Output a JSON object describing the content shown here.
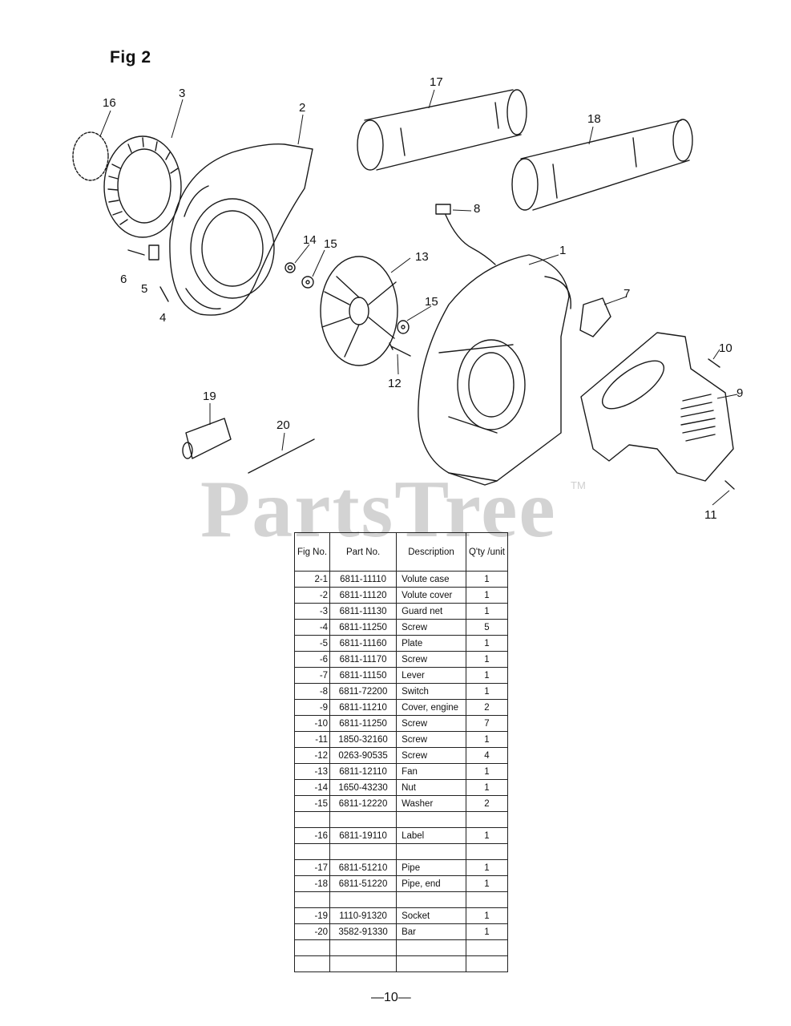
{
  "figure_title": "Fig 2",
  "callouts": [
    "16",
    "3",
    "2",
    "17",
    "18",
    "8",
    "14",
    "15",
    "13",
    "1",
    "7",
    "6",
    "5",
    "4",
    "15",
    "12",
    "10",
    "9",
    "19",
    "20",
    "11"
  ],
  "watermark": {
    "text": "PartsTree",
    "tm": "TM"
  },
  "table": {
    "headers": {
      "fig": "Fig No.",
      "part": "Part No.",
      "desc": "Description",
      "qty": "Q'ty /unit"
    },
    "rows": [
      {
        "fig": "2-1",
        "part": "6811-11110",
        "desc": "Volute  case",
        "qty": "1"
      },
      {
        "fig": "-2",
        "part": "6811-11120",
        "desc": "Volute  cover",
        "qty": "1"
      },
      {
        "fig": "-3",
        "part": "6811-11130",
        "desc": "Guard  net",
        "qty": "1"
      },
      {
        "fig": "-4",
        "part": "6811-11250",
        "desc": "Screw",
        "qty": "5"
      },
      {
        "fig": "-5",
        "part": "6811-11160",
        "desc": "Plate",
        "qty": "1"
      },
      {
        "fig": "-6",
        "part": "6811-11170",
        "desc": "Screw",
        "qty": "1"
      },
      {
        "fig": "-7",
        "part": "6811-11150",
        "desc": "Lever",
        "qty": "1"
      },
      {
        "fig": "-8",
        "part": "6811-72200",
        "desc": "Switch",
        "qty": "1"
      },
      {
        "fig": "-9",
        "part": "6811-11210",
        "desc": "Cover,  engine",
        "qty": "2"
      },
      {
        "fig": "-10",
        "part": "6811-11250",
        "desc": "Screw",
        "qty": "7"
      },
      {
        "fig": "-11",
        "part": "1850-32160",
        "desc": "Screw",
        "qty": "1"
      },
      {
        "fig": "-12",
        "part": "0263-90535",
        "desc": "Screw",
        "qty": "4"
      },
      {
        "fig": "-13",
        "part": "6811-12110",
        "desc": "Fan",
        "qty": "1"
      },
      {
        "fig": "-14",
        "part": "1650-43230",
        "desc": "Nut",
        "qty": "1"
      },
      {
        "fig": "-15",
        "part": "6811-12220",
        "desc": "Washer",
        "qty": "2"
      },
      {
        "fig": "",
        "part": "",
        "desc": "",
        "qty": ""
      },
      {
        "fig": "-16",
        "part": "6811-19110",
        "desc": "Label",
        "qty": "1"
      },
      {
        "fig": "",
        "part": "",
        "desc": "",
        "qty": ""
      },
      {
        "fig": "-17",
        "part": "6811-51210",
        "desc": "Pipe",
        "qty": "1"
      },
      {
        "fig": "-18",
        "part": "6811-51220",
        "desc": "Pipe,  end",
        "qty": "1"
      },
      {
        "fig": "",
        "part": "",
        "desc": "",
        "qty": ""
      },
      {
        "fig": "-19",
        "part": "1110-91320",
        "desc": "Socket",
        "qty": "1"
      },
      {
        "fig": "-20",
        "part": "3582-91330",
        "desc": "Bar",
        "qty": "1"
      },
      {
        "fig": "",
        "part": "",
        "desc": "",
        "qty": ""
      },
      {
        "fig": "",
        "part": "",
        "desc": "",
        "qty": ""
      }
    ]
  },
  "page_number": "—10—"
}
